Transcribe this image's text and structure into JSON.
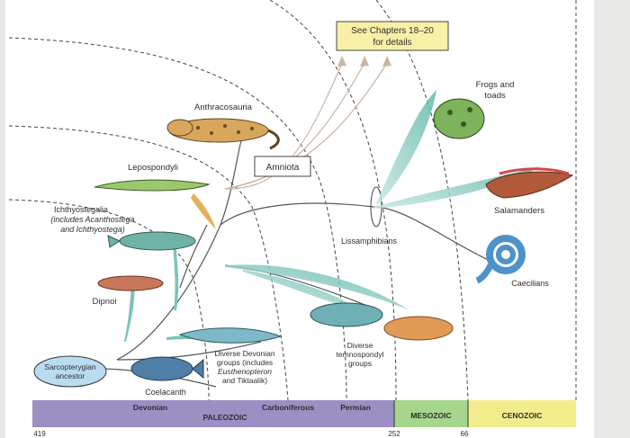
{
  "callout": {
    "line1": "See Chapters 18–20",
    "line2": "for details"
  },
  "clade_box": "Amniota",
  "taxa": {
    "anthracosauria": "Anthracosauria",
    "lepospondyli": "Lepospondyli",
    "ichthyostegalia": {
      "line1": "Ichthyostegalia",
      "line2": "(includes Acanthostega",
      "line3": "and Ichthyostega)"
    },
    "dipnoi": "Dipnoi",
    "sarcopterygian": {
      "line1": "Sarcopterygian",
      "line2": "ancestor"
    },
    "coelacanth": "Coelacanth",
    "diverse_devonian": {
      "line1": "Diverse Devonian",
      "line2": "groups (includes",
      "line3": "Eusthenopteron",
      "line4": "and Tiktaalik)"
    },
    "diverse_temno": {
      "line1": "Diverse",
      "line2": "temnospondyl",
      "line3": "groups"
    },
    "lissamphibians": "Lissamphibians",
    "frogs": {
      "line1": "Frogs and",
      "line2": "toads"
    },
    "salamanders": "Salamanders",
    "caecilians": "Caecilians"
  },
  "timeline": {
    "devonian": "Devonian",
    "paleozoic": "PALEOZOIC",
    "carboniferous": "Carboniferous",
    "permian": "Permian",
    "mesozoic": "MESOZOIC",
    "cenozoic": "CENOZOIC",
    "tick_419": "419",
    "tick_252": "252",
    "tick_66": "66"
  },
  "colors": {
    "paleozoic_bar": "#9b8fc4",
    "mesozoic_bar": "#a6d58c",
    "cenozoic_bar": "#f3ec8c",
    "lineage": "#7cc4b9",
    "callout_bg": "#f7f0a6"
  }
}
